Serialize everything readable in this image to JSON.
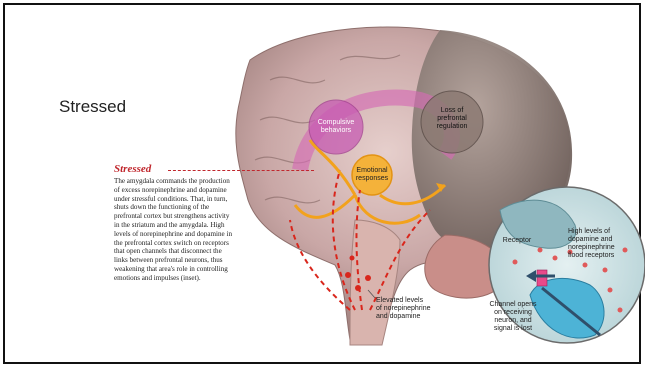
{
  "slide": {
    "title": "Stressed"
  },
  "caption": {
    "heading": "Stressed",
    "lines": [
      "The amygdala commands the production",
      "of excess norepinephrine and dopamine",
      "under stressful conditions. That, in turn,",
      "shuts down the functioning of the",
      "prefrontal cortex but strengthens activity",
      "in the striatum and the amygdala. High",
      "levels of norepinephrine and dopamine in",
      "the prefrontal cortex switch on receptors",
      "that open channels that disconnect the",
      "links between prefrontal neurons, thus",
      "weakening that area's role in controlling",
      "emotions and impulses (inset)."
    ]
  },
  "labels": {
    "compulsive": [
      "Compulsive",
      "behaviors"
    ],
    "loss": [
      "Loss of",
      "prefrontal",
      "regulation"
    ],
    "emotional": [
      "Emotional",
      "responses"
    ],
    "elevated": [
      "Elevated levels",
      "of norepinephrine",
      "and dopamine"
    ],
    "receptor": "Receptor",
    "high_levels": [
      "High levels of",
      "dopamine and",
      "norepinephrine",
      "flood receptors"
    ],
    "channel": [
      "Channel opens",
      "on receiving",
      "neuron, and",
      "signal is lost"
    ]
  },
  "colors": {
    "cortex": "#c9a7a6",
    "frontal_shade": "#8a7a74",
    "amygdala_orange": "#f2a21c",
    "arrow_red": "#d9261c",
    "caption_red": "#c0272d",
    "inset_bg": "#cfe3e6"
  }
}
